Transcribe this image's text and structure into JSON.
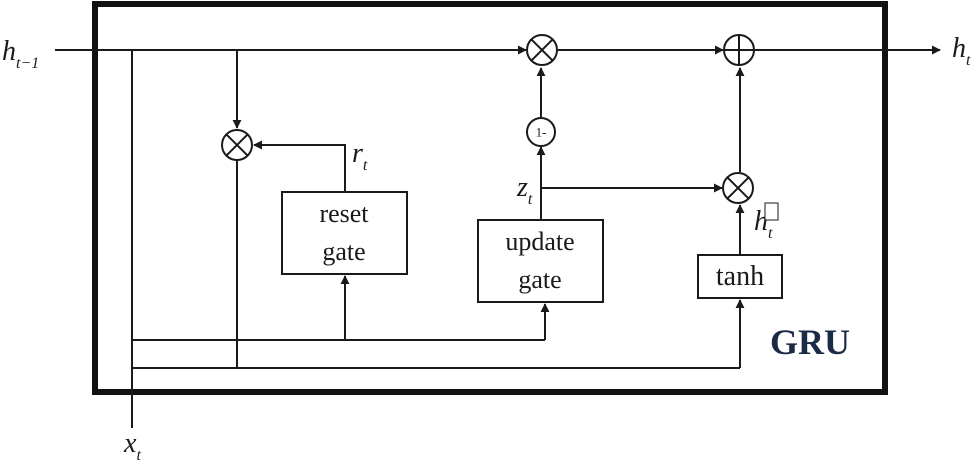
{
  "diagram": {
    "title": "GRU",
    "inputs": {
      "h_prev": {
        "base": "h",
        "sub": "t−1"
      },
      "x": {
        "base": "x",
        "sub": "t"
      }
    },
    "output": {
      "base": "h",
      "sub": "t"
    },
    "gates": {
      "reset": {
        "line1": "reset",
        "line2": "gate",
        "signal": {
          "base": "r",
          "sub": "t"
        }
      },
      "update": {
        "line1": "update",
        "line2": "gate",
        "signal": {
          "base": "z",
          "sub": "t"
        }
      },
      "candidate": {
        "label": "tanh",
        "signal": {
          "base": "h",
          "sub": "t"
        }
      }
    },
    "ops": {
      "one_minus": "1-",
      "multiply_symbol": "multiply-op",
      "add_symbol": "add-op"
    },
    "colors": {
      "line": "#1a1a1a",
      "frame": "#111111",
      "title": "#1b2a45"
    }
  }
}
